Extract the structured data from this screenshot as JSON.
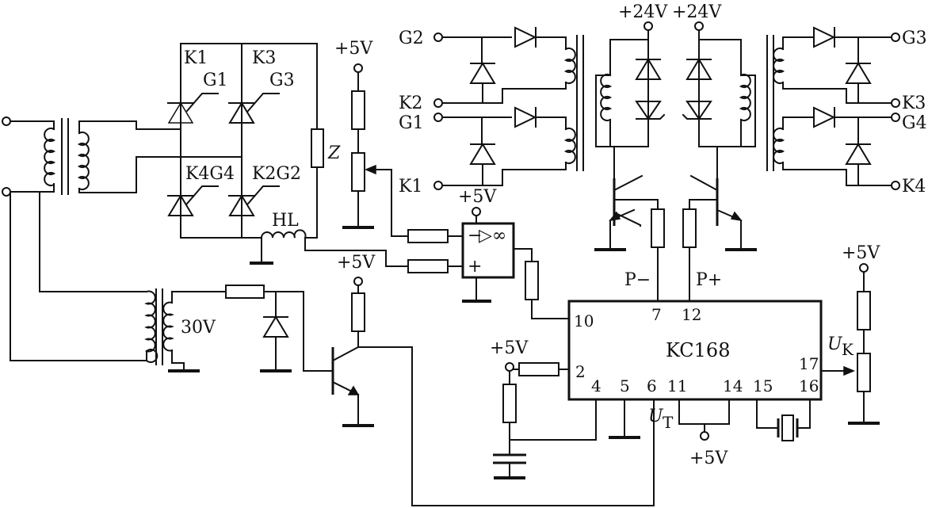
{
  "labels": {
    "k1": "K1",
    "k3": "K3",
    "g1": "G1",
    "g3": "G3",
    "k4g4": "K4G4",
    "k2g2": "K2G2",
    "hl": "HL",
    "z": "Z",
    "v5_top": "+5V",
    "v5_opamp": "+5V",
    "v5_trans": "+5V",
    "v5_left": "+5V",
    "v5_bottom": "+5V",
    "v5_right": "+5V",
    "v24_left": "+24V",
    "v24_right": "+24V",
    "v30": "30V",
    "g2_in": "G2",
    "k2_in": "K2",
    "g1_in": "G1",
    "k1_in": "K1",
    "g3_out": "G3",
    "k3_out": "K3",
    "g4_out": "G4",
    "k4_out": "K4",
    "p_minus": "P−",
    "p_plus": "P+",
    "opamp_minus": "−",
    "opamp_plus": "+",
    "opamp_sym": "▷∞",
    "uk": "U",
    "uk_sub": "K",
    "ut": "U",
    "ut_sub": "T"
  },
  "chip": {
    "name": "KC168",
    "pins": {
      "p10": "10",
      "p7": "7",
      "p12": "12",
      "p2": "2",
      "p4": "4",
      "p5": "5",
      "p6": "6",
      "p11": "11",
      "p14": "14",
      "p15": "15",
      "p16": "16",
      "p17": "17"
    }
  }
}
